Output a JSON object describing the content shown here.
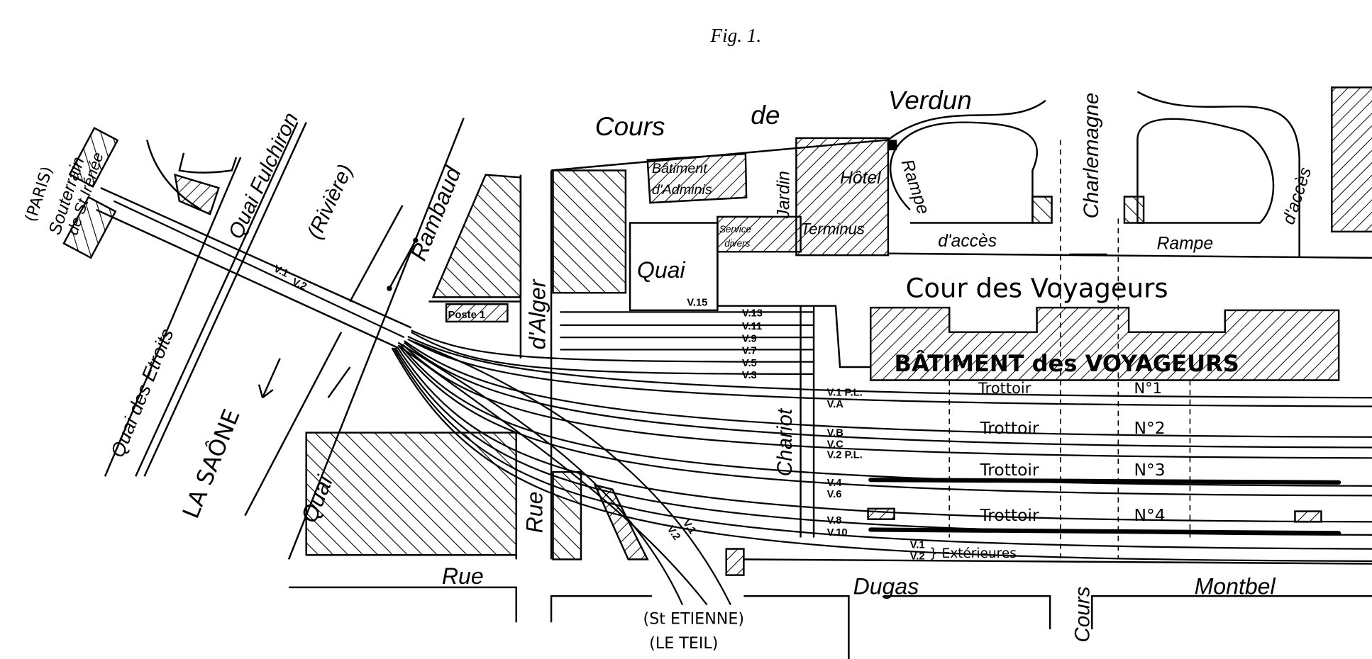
{
  "figure_title": "Fig. 1.",
  "streets": {
    "cours": "Cours",
    "de": "de",
    "verdun": "Verdun",
    "charlemagne": "Charlemagne",
    "quai_fulchiron": "Quai Fulchiron",
    "riviere": "(Rivière)",
    "rambaud": "Rambaud",
    "d_alger": "d'Alger",
    "quai_des_etroits": "Quai des Etroits",
    "la_saone": "LA SAÔNE",
    "quai_lower": "Quai",
    "rue_vertical": "Rue",
    "rue_bottom": "Rue",
    "dugas": "Dugas",
    "cours_bottom": "Cours",
    "montbel": "Montbel"
  },
  "places": {
    "paris": "(PARIS)",
    "souterrain_1": "Souterrain",
    "souterrain_2": "de St Irénée",
    "batiment_admin_1": "Bâtiment",
    "batiment_admin_2": "d'Adminis",
    "service_divers_1": "Service",
    "service_divers_2": "divers",
    "jardin": "Jardin",
    "hotel_1": "Hôtel",
    "hotel_2": "Terminus",
    "rampe_left": "Rampe",
    "acces_left": "d'accès",
    "rampe_right": "Rampe",
    "acces_right": "d'accès",
    "quai_box": "Quai",
    "poste": "Poste 1",
    "cour_voyageurs": "Cour des Voyageurs",
    "batiment_voyageurs": "BÂTIMENT des VOYAGEURS",
    "chariot": "Chariot",
    "st_etienne": "(St ETIENNE)",
    "le_teil": "(LE TEIL)"
  },
  "tracks": {
    "entry": [
      "V.1",
      "V.2"
    ],
    "north": [
      "V.15",
      "V.13",
      "V.11",
      "V.9",
      "V.7",
      "V.5",
      "V.3"
    ],
    "station": [
      "V.1 P.L.",
      "V.A",
      "V.B",
      "V.C",
      "V.2 P.L.",
      "V.4",
      "V.6",
      "V.8",
      "V.10"
    ],
    "branch": [
      "V.2",
      "V.1"
    ],
    "exterior": [
      "V.1",
      "V.2",
      "} Extérieures"
    ]
  },
  "platforms": [
    {
      "label": "Trottoir",
      "number": "N°1"
    },
    {
      "label": "Trottoir",
      "number": "N°2"
    },
    {
      "label": "Trottoir",
      "number": "N°3"
    },
    {
      "label": "Trottoir",
      "number": "N°4"
    }
  ]
}
